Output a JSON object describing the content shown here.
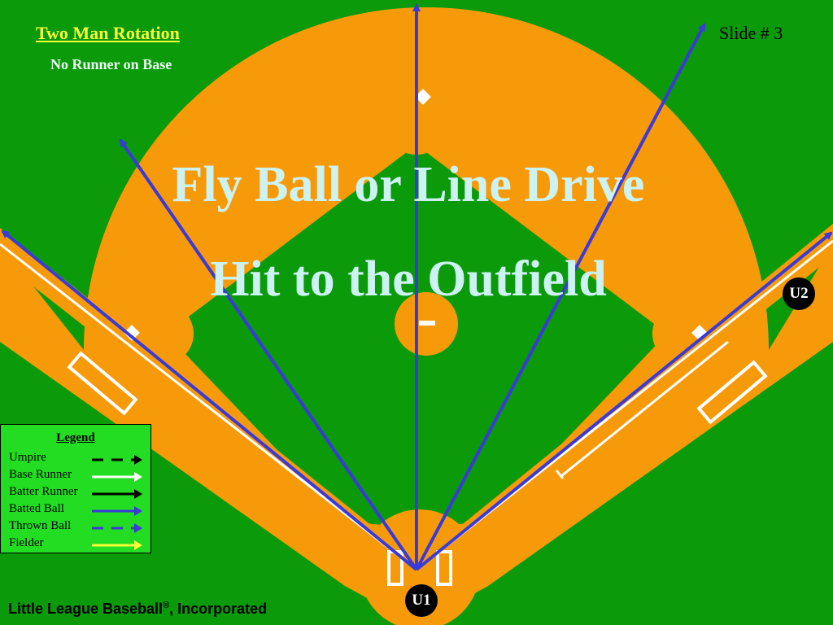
{
  "title": "Two Man Rotation",
  "subtitle": "No Runner on Base",
  "slide_number": "Slide # 3",
  "headline": [
    "Fly Ball or Line Drive",
    "Hit to the Outfield"
  ],
  "umpires": {
    "u1": "U1",
    "u2": "U2"
  },
  "legend": {
    "title": "Legend",
    "items": [
      {
        "label": "Umpire",
        "color": "#000000",
        "style": "dashed"
      },
      {
        "label": "Base Runner",
        "color": "#ffffff",
        "style": "solid"
      },
      {
        "label": "Batter Runner",
        "color": "#000000",
        "style": "solid"
      },
      {
        "label": "Batted Ball",
        "color": "#3a3ad8",
        "style": "solid"
      },
      {
        "label": "Thrown Ball",
        "color": "#3a3ad8",
        "style": "dashed"
      },
      {
        "label": "Fielder",
        "color": "#f6ff3a",
        "style": "solid"
      }
    ]
  },
  "footer": {
    "org": "Little League Baseball",
    "reg": "®",
    "suffix": ",  Incorporated"
  },
  "colors": {
    "grass": "#0a9a0a",
    "dirt": "#f79a0a",
    "batted_ball": "#3a3ad8",
    "chalk": "#ffffff"
  }
}
